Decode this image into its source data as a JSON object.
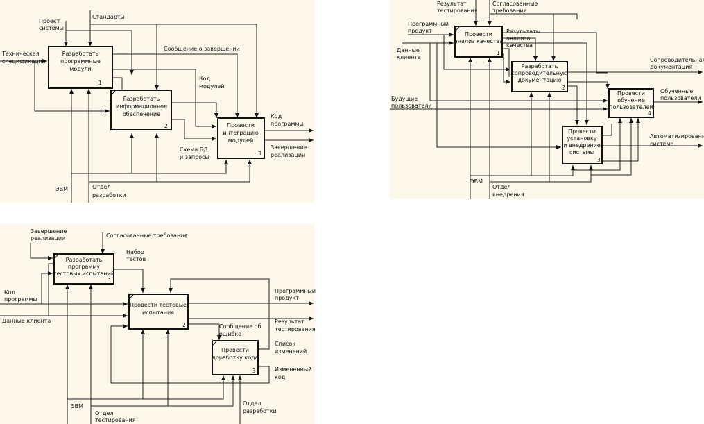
{
  "d1": {
    "boxes": [
      {
        "lines": [
          "Разработать",
          "программные",
          "модули"
        ],
        "num": "1"
      },
      {
        "lines": [
          "Разработать",
          "информационное",
          "обеспечение"
        ],
        "num": "2"
      },
      {
        "lines": [
          "Провести",
          "интеграцию",
          "модулей"
        ],
        "num": "3"
      }
    ],
    "labels": {
      "proekt": [
        "Проект",
        "системы"
      ],
      "standarty": "Стандарты",
      "tech": [
        "Техническая",
        "спецификация"
      ],
      "soobsh": "Сообщение о завершении",
      "kodmod": [
        "Код",
        "модулей"
      ],
      "kodprog": [
        "Код",
        "программы"
      ],
      "schema": [
        "Схема БД",
        "и запросы"
      ],
      "zaversh": [
        "Завершение",
        "реализации"
      ],
      "evm": "ЭВМ",
      "otdel": [
        "Отдел",
        "разработки"
      ]
    }
  },
  "d2": {
    "boxes": [
      {
        "lines": [
          "Провести",
          "анализ качества"
        ],
        "num": "1"
      },
      {
        "lines": [
          "Разработать",
          "сопроводительную",
          "документацию"
        ],
        "num": "2"
      },
      {
        "lines": [
          "Провести",
          "обучение",
          "пользователей"
        ],
        "num": "4"
      },
      {
        "lines": [
          "Провести",
          "установку",
          "и внедрение",
          "системы"
        ],
        "num": "3"
      }
    ],
    "labels": {
      "rezTest": [
        "Результат",
        "тестирования"
      ],
      "soglTreb": [
        "Согласованные",
        "требования"
      ],
      "progProd": [
        "Программный",
        "продукт"
      ],
      "rezAnaliz": [
        "Результаты",
        "анализа",
        "качества"
      ],
      "dannye": [
        "Данные",
        "клиента"
      ],
      "soprDoc": [
        "Сопроводительная",
        "документация"
      ],
      "obuch": [
        "Обученные",
        "пользователи"
      ],
      "buduch": [
        "Будущие",
        "пользователи"
      ],
      "avtom": [
        "Автоматизированная",
        "система"
      ],
      "evm": "ЭВМ",
      "otdel": [
        "Отдел",
        "внедрения"
      ]
    }
  },
  "d3": {
    "boxes": [
      {
        "lines": [
          "Разработать",
          "программу",
          "тестовых испытаний"
        ],
        "num": "1"
      },
      {
        "lines": [
          "Провести тестовые",
          "испытания"
        ],
        "num": "2"
      },
      {
        "lines": [
          "Провести",
          "доработку кода"
        ],
        "num": "3"
      }
    ],
    "labels": {
      "zaversh": [
        "Завершение",
        "реализации"
      ],
      "soglTreb": "Согласованные требования",
      "nabor": [
        "Набор",
        "тестов"
      ],
      "kodprog": [
        "Код",
        "программы"
      ],
      "dannye": "Данные клиента",
      "progProd": [
        "Программный",
        "продукт"
      ],
      "rezTest": [
        "Результат",
        "тестирования"
      ],
      "soobshOsh": [
        "Сообщение об",
        "ошибке"
      ],
      "spisok": [
        "Список",
        "изменений"
      ],
      "izmKod": [
        "Измененный",
        "код"
      ],
      "evm": "ЭВМ",
      "otdelTest": [
        "Отдел",
        "тестирования"
      ],
      "otdelRazr": [
        "Отдел",
        "разработки"
      ]
    }
  }
}
